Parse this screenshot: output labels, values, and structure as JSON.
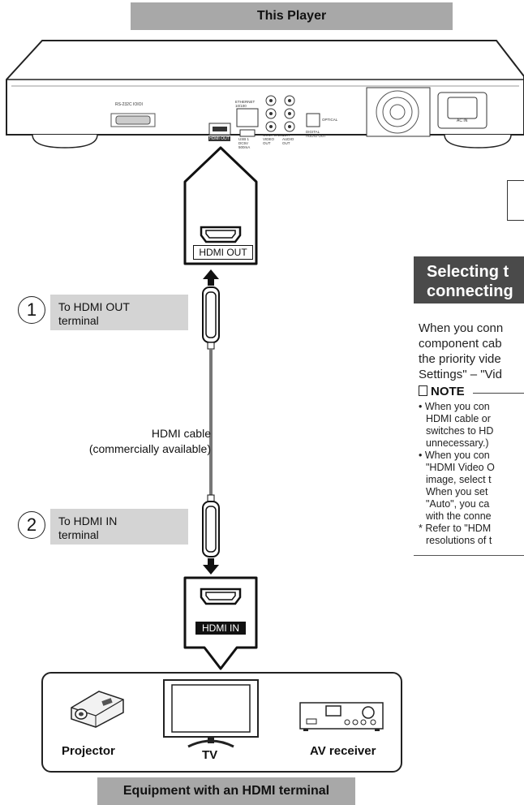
{
  "top_banner": "This Player",
  "bottom_banner": "Equipment with an HDMI terminal",
  "player": {
    "rs232c_label": "RS-232C IOIOI",
    "hdmi_out_label": "HDMI OUT",
    "ethernet_label": "ETHERNET 10/100",
    "usb_label": "USB 1 DC5V 500mA",
    "component_label": "COMPONENT VIDEO OUT",
    "audio_label": "2CH AUDIO OUT",
    "optical_label": "OPTICAL",
    "digital_audio_label": "DIGITAL AUDIO OUT",
    "ac_in_label": "AC IN"
  },
  "hdmi_out_port": "HDMI OUT",
  "hdmi_in_port": "HDMI IN",
  "step1": {
    "number": "1",
    "text_line1": "To HDMI OUT",
    "text_line2": "terminal"
  },
  "step2": {
    "number": "2",
    "text_line1": "To HDMI IN",
    "text_line2": "terminal"
  },
  "cable": {
    "line1": "HDMI cable",
    "line2": "(commercially available)"
  },
  "devices": {
    "projector": "Projector",
    "tv": "TV",
    "av_receiver": "AV receiver"
  },
  "section": {
    "title_line1": "Selecting t",
    "title_line2": "connecting"
  },
  "body": {
    "line1": "When you conn",
    "line2": "component cab",
    "line3": "the priority vide",
    "line4": "Settings\" – \"Vid"
  },
  "note": {
    "heading": "NOTE",
    "lines": [
      "• When you con",
      "HDMI cable or",
      "switches to HD",
      "unnecessary.)",
      "• When you con",
      "\"HDMI Video O",
      "image, select t",
      "When you set",
      "\"Auto\", you ca",
      "with the conne",
      "* Refer to \"HDM",
      "resolutions of t"
    ]
  }
}
